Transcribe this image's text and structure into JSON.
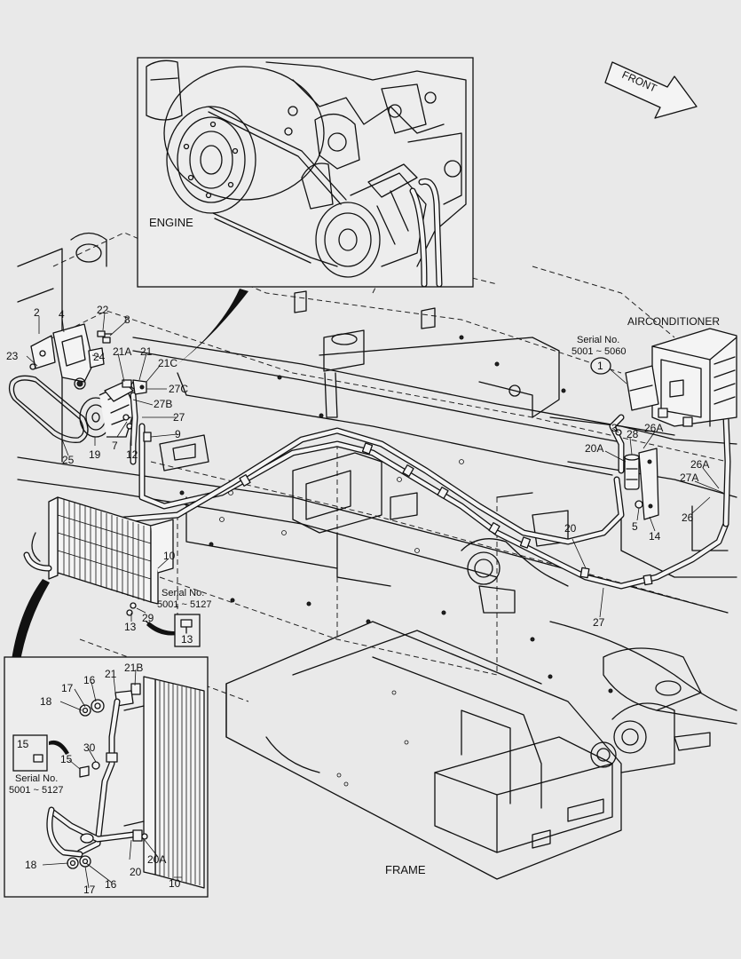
{
  "insets": {
    "engine": "ENGINE",
    "condenser_serial_label": "Serial No.",
    "condenser_serial_range": "5001 ~ 5127"
  },
  "labels": {
    "front": "FRONT",
    "airconditioner": "AIRCONDITIONER",
    "frame": "FRAME",
    "serial_no": "Serial No.",
    "serial_range_ac": "5001 ~ 5060",
    "serial_range_frame": "5001 ~ 5127"
  },
  "callouts": {
    "c1": "1",
    "c2": "2",
    "c3": "3",
    "c4": "4",
    "c5": "5",
    "c7": "7",
    "c8": "8",
    "c9": "9",
    "c10": "10",
    "c12": "12",
    "c13": "13",
    "c13b": "13",
    "c14": "14",
    "c19": "19",
    "c20": "20",
    "c20a": "20A",
    "c21": "21",
    "c21a": "21A",
    "c21c": "21C",
    "c22": "22",
    "c23": "23",
    "c24": "24",
    "c25": "25",
    "c26": "26",
    "c26a": "26A",
    "c26a2": "26A",
    "c27": "27",
    "c27b": "27B",
    "c27c": "27C",
    "c27a": "27A",
    "c27b2": "27",
    "c28": "28",
    "c29": "29",
    "i10": "10",
    "i15": "15",
    "i15b": "15",
    "i16": "16",
    "i16b": "16",
    "i17": "17",
    "i17b": "17",
    "i18": "18",
    "i18b": "18",
    "i20": "20",
    "i20a": "20A",
    "i21": "21",
    "i21b": "21B",
    "i30": "30"
  }
}
